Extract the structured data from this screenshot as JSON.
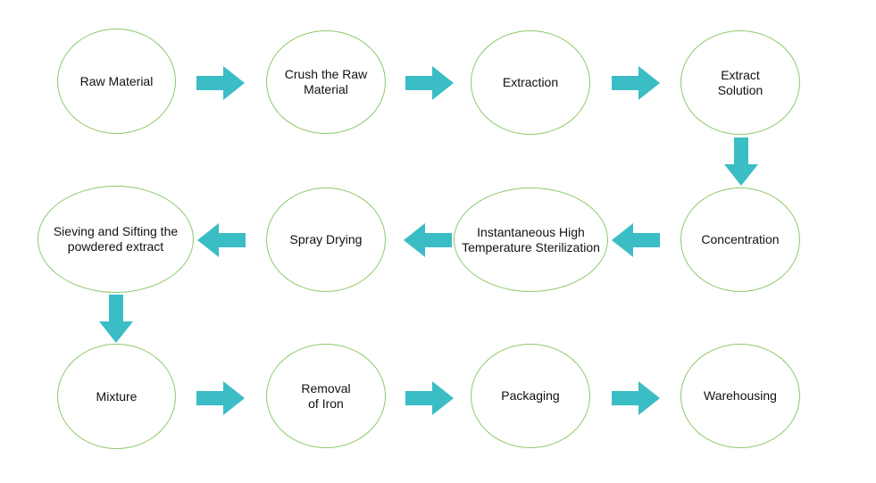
{
  "colors": {
    "node_border": "#8dc96b",
    "arrow": "#3bbdc6",
    "text": "#111111"
  },
  "steps": [
    {
      "label": "Raw Material"
    },
    {
      "label": "Crush the Raw\nMaterial"
    },
    {
      "label": "Extraction"
    },
    {
      "label": "Extract\nSolution"
    },
    {
      "label": "Concentration"
    },
    {
      "label": "Instantaneous High\nTemperature Sterilization"
    },
    {
      "label": "Spray Drying"
    },
    {
      "label": "Sieving and Sifting the\npowdered extract"
    },
    {
      "label": "Mixture"
    },
    {
      "label": "Removal\nof Iron"
    },
    {
      "label": "Packaging"
    },
    {
      "label": "Warehousing"
    }
  ],
  "arrows": [
    {
      "direction": "right",
      "from": "Raw Material",
      "to": "Crush the Raw Material"
    },
    {
      "direction": "right",
      "from": "Crush the Raw Material",
      "to": "Extraction"
    },
    {
      "direction": "right",
      "from": "Extraction",
      "to": "Extract Solution"
    },
    {
      "direction": "down",
      "from": "Extract Solution",
      "to": "Concentration"
    },
    {
      "direction": "left",
      "from": "Concentration",
      "to": "Instantaneous High Temperature Sterilization"
    },
    {
      "direction": "left",
      "from": "Instantaneous High Temperature Sterilization",
      "to": "Spray Drying"
    },
    {
      "direction": "left",
      "from": "Spray Drying",
      "to": "Sieving and Sifting the powdered extract"
    },
    {
      "direction": "down",
      "from": "Sieving and Sifting the powdered extract",
      "to": "Mixture"
    },
    {
      "direction": "right",
      "from": "Mixture",
      "to": "Removal of Iron"
    },
    {
      "direction": "right",
      "from": "Removal of Iron",
      "to": "Packaging"
    },
    {
      "direction": "right",
      "from": "Packaging",
      "to": "Warehousing"
    }
  ]
}
